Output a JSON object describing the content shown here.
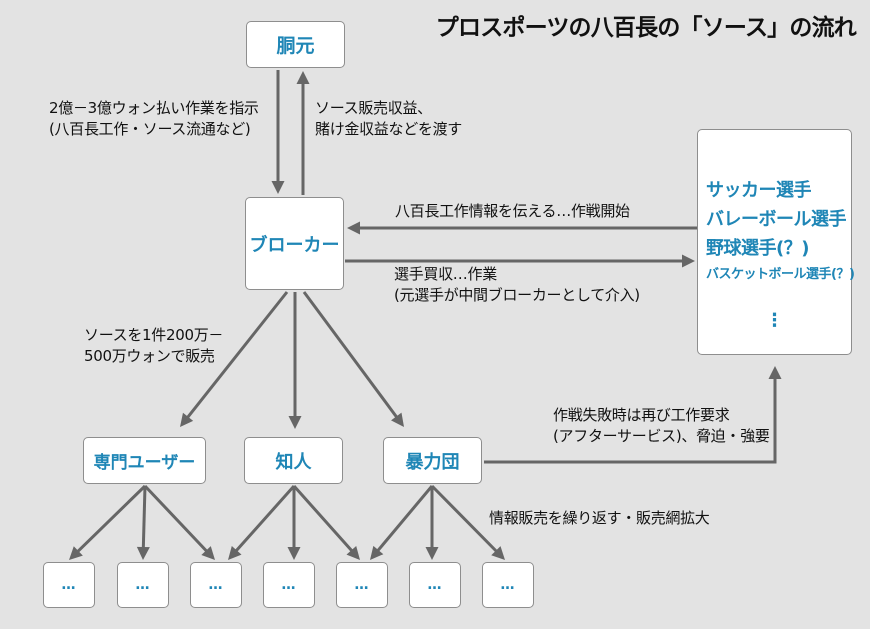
{
  "title": "プロスポーツの八百長の「ソース」の流れ",
  "nodes": {
    "bankroller": "胴元",
    "broker": "ブローカー",
    "users": "専門ユーザー",
    "acquaintance": "知人",
    "gang": "暴力団",
    "players": {
      "items": [
        "サッカー選手",
        "バレーボール選手",
        "野球選手(？)",
        "バスケットボール選手(？)"
      ],
      "more": "⋮"
    },
    "leaf_label": "…"
  },
  "labels": {
    "order_line1": "2億－3億ウォン払い作業を指示",
    "order_line2": "(八百長工作・ソース流通など)",
    "revenue_line1": "ソース販売収益、",
    "revenue_line2": "賭け金収益などを渡す",
    "info_transfer": "八百長工作情報を伝える…作戦開始",
    "bribe_line1": "選手買収…作業",
    "bribe_line2": "(元選手が中間ブローカーとして介入)",
    "sale_line1": "ソースを1件200万－",
    "sale_line2": "500万ウォンで販売",
    "failure_line1": "作戦失敗時は再び工作要求",
    "failure_line2": "(アフターサービス)、脅迫・強要",
    "resale": "情報販売を繰り返す・販売網拡大"
  },
  "colors": {
    "background": "#e3e3e3",
    "node_text": "#1f86b6",
    "arrow": "#666666",
    "box_border": "#8e8e8e"
  }
}
